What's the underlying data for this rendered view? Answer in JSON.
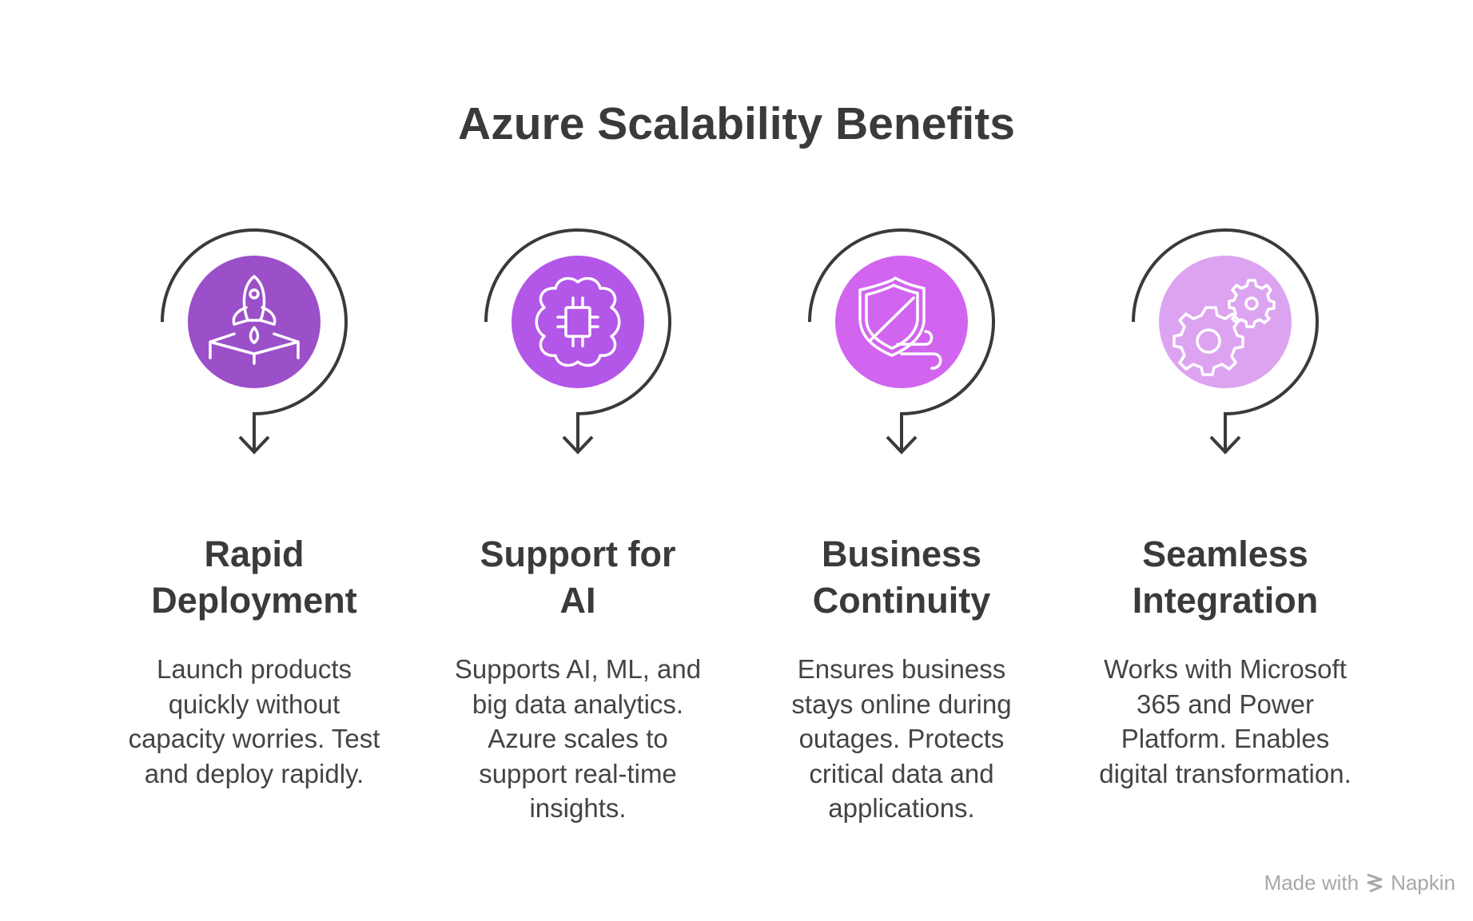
{
  "title": "Azure Scalability Benefits",
  "items": [
    {
      "heading": "Rapid Deployment",
      "description": "Launch products quickly without capacity worries. Test and deploy rapidly.",
      "icon": "rocket-launch-icon",
      "color": "#9b4fc9"
    },
    {
      "heading": "Support for AI",
      "description": "Supports AI, ML, and big data analytics. Azure scales to support real-time insights.",
      "icon": "brain-chip-icon",
      "color": "#b357e8"
    },
    {
      "heading": "Business Continuity",
      "description": "Ensures business stays online during outages. Protects critical data and applications.",
      "icon": "shield-wind-icon",
      "color": "#d165ef"
    },
    {
      "heading": "Seamless Integration",
      "description": "Works with Microsoft 365 and Power Platform. Enables digital transformation.",
      "icon": "gears-icon",
      "color": "#dca4f0"
    }
  ],
  "footer": {
    "made_with": "Made with",
    "brand": "Napkin"
  }
}
